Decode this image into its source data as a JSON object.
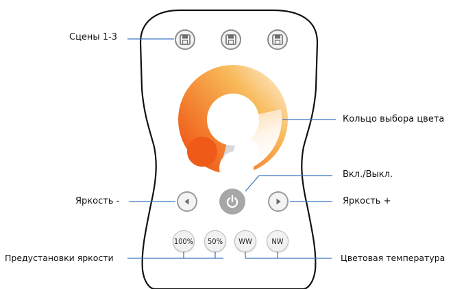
{
  "remote": {
    "scene_buttons": [
      {
        "icon": "save-icon"
      },
      {
        "icon": "save-icon"
      },
      {
        "icon": "save-icon"
      }
    ],
    "color_ring": {
      "colors": [
        "#f0641e",
        "#f7a843",
        "#fff6ea",
        "#d8d8d8"
      ]
    },
    "power_button": {
      "icon": "power-icon",
      "color": "#a7a7a7"
    },
    "brightness_down": {
      "icon": "arrow-left-icon"
    },
    "brightness_up": {
      "icon": "arrow-right-icon"
    },
    "presets": [
      {
        "label": "100%"
      },
      {
        "label": "50%"
      },
      {
        "label": "WW"
      },
      {
        "label": "NW"
      }
    ]
  },
  "annotations": {
    "scenes": "Сцены 1-3",
    "color_ring": "Кольцо выбора цвета",
    "power": "Вкл./Выкл.",
    "brightness_down": "Яркость -",
    "brightness_up": "Яркость +",
    "brightness_presets": "Предустановки яркости",
    "color_temperature": "Цветовая температура"
  },
  "colors": {
    "callout_line": "#3a78c2",
    "outline": "#111111"
  }
}
